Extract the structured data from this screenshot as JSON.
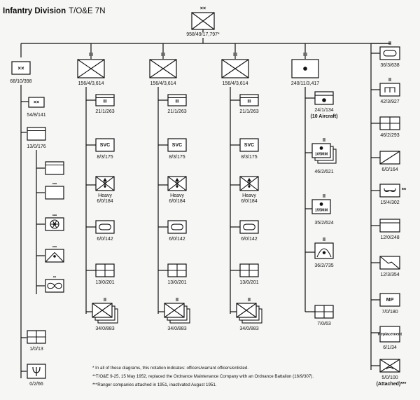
{
  "title": "Infantry Division",
  "subtitle": "T/O&E 7N",
  "division": {
    "echelon": "××",
    "strength": "958/49/17,797*"
  },
  "hq_company": {
    "echelon": "××",
    "strength": "68/10/398"
  },
  "hq_unit_a": {
    "strength": "54/8/141"
  },
  "hq_unit_b": {
    "strength": "13/0/176"
  },
  "hq_unit_c": {
    "strength": "1/0/13"
  },
  "hq_unit_d": {
    "strength": "0/2/66"
  },
  "regiments": [
    {
      "echelon": "III",
      "strength": "156/4/3,614",
      "units": [
        {
          "symbol": "III",
          "strength": "21/1/263"
        },
        {
          "symbol": "SVC",
          "strength": "8/3/175"
        },
        {
          "symbol": "heavy-mortar",
          "label": "Heavy",
          "strength": "6/0/184"
        },
        {
          "symbol": "armor",
          "strength": "6/0/142"
        },
        {
          "symbol": "medical",
          "strength": "13/0/201"
        },
        {
          "symbol": "infantry-stack",
          "echelon": "II",
          "strength": "34/0/883"
        }
      ]
    },
    {
      "echelon": "III",
      "strength": "156/4/3,614",
      "units": [
        {
          "symbol": "III",
          "strength": "21/1/263"
        },
        {
          "symbol": "SVC",
          "strength": "8/3/175"
        },
        {
          "symbol": "heavy-mortar",
          "label": "Heavy",
          "strength": "6/0/184"
        },
        {
          "symbol": "armor",
          "strength": "6/0/142"
        },
        {
          "symbol": "medical",
          "strength": "13/0/201"
        },
        {
          "symbol": "infantry-stack",
          "echelon": "II",
          "strength": "34/0/883"
        }
      ]
    },
    {
      "echelon": "III",
      "strength": "156/4/3,614",
      "units": [
        {
          "symbol": "III",
          "strength": "21/1/263"
        },
        {
          "symbol": "SVC",
          "strength": "8/3/175"
        },
        {
          "symbol": "heavy-mortar",
          "label": "Heavy",
          "strength": "6/0/184"
        },
        {
          "symbol": "armor",
          "strength": "6/0/142"
        },
        {
          "symbol": "medical",
          "strength": "13/0/201"
        },
        {
          "symbol": "infantry-stack",
          "echelon": "II",
          "strength": "34/0/883"
        }
      ]
    }
  ],
  "artillery": {
    "echelon": "III",
    "strength": "240/11/3,417",
    "units": [
      {
        "strength": "24/1/134",
        "note": "(10 Aircraft)"
      },
      {
        "echelon": "II",
        "caliber": "105MM",
        "strength": "46/2/621"
      },
      {
        "echelon": "II",
        "caliber": "155MM",
        "strength": "35/2/624"
      },
      {
        "echelon": "II",
        "strength": "36/2/735"
      },
      {
        "strength": "7/0/63"
      }
    ]
  },
  "right_column": [
    {
      "echelon": "II",
      "symbol": "armor",
      "strength": "36/3/638"
    },
    {
      "echelon": "II",
      "symbol": "engineer",
      "strength": "42/3/927"
    },
    {
      "symbol": "medical",
      "strength": "46/2/293"
    },
    {
      "symbol": "ordnance",
      "strength": "6/0/164"
    },
    {
      "symbol": "quartermaster",
      "strength": "15/4/302",
      "mark": "**"
    },
    {
      "symbol": "band",
      "strength": "12/0/248"
    },
    {
      "symbol": "signal",
      "strength": "12/3/354"
    },
    {
      "symbol": "MP",
      "strength": "7/0/180"
    },
    {
      "symbol": "Replacement",
      "strength": "6/1/34"
    },
    {
      "symbol": "airborne-infantry",
      "strength": "5/0/100",
      "note": "(Attached)***"
    }
  ],
  "footnotes": [
    "* In all of these diagrams, this notation indicates: officers/warrant officers/enlisted.",
    "**T/O&E 9-25, 15 May 1952, replaced the Ordnance Maintenance Company with an Ordnance Battalion (16/9/307).",
    "***Ranger companies attached in 1951, inactivated August 1951."
  ]
}
